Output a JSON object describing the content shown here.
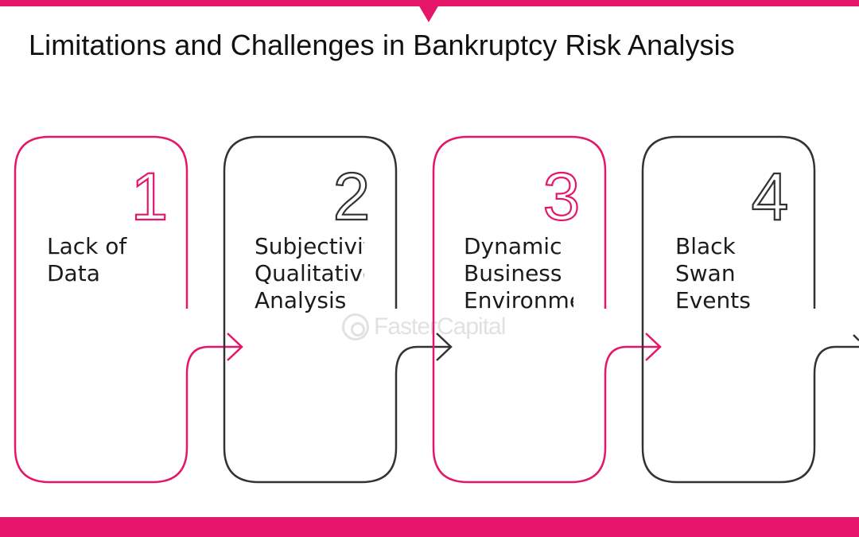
{
  "title": "Limitations and Challenges in Bankruptcy Risk Analysis",
  "colors": {
    "accent": "#e5166a",
    "dark": "#333333"
  },
  "watermark": "FasterCapital",
  "steps": [
    {
      "number": "1",
      "label": "Lack of\nData",
      "color": "#e5166a"
    },
    {
      "number": "2",
      "label": "Subjectivity\nQualitative\nAnalysis",
      "color": "#333333"
    },
    {
      "number": "3",
      "label": "Dynamic\nBusiness\nEnvironment",
      "color": "#e5166a"
    },
    {
      "number": "4",
      "label": "Black\nSwan\nEvents",
      "color": "#333333"
    }
  ]
}
